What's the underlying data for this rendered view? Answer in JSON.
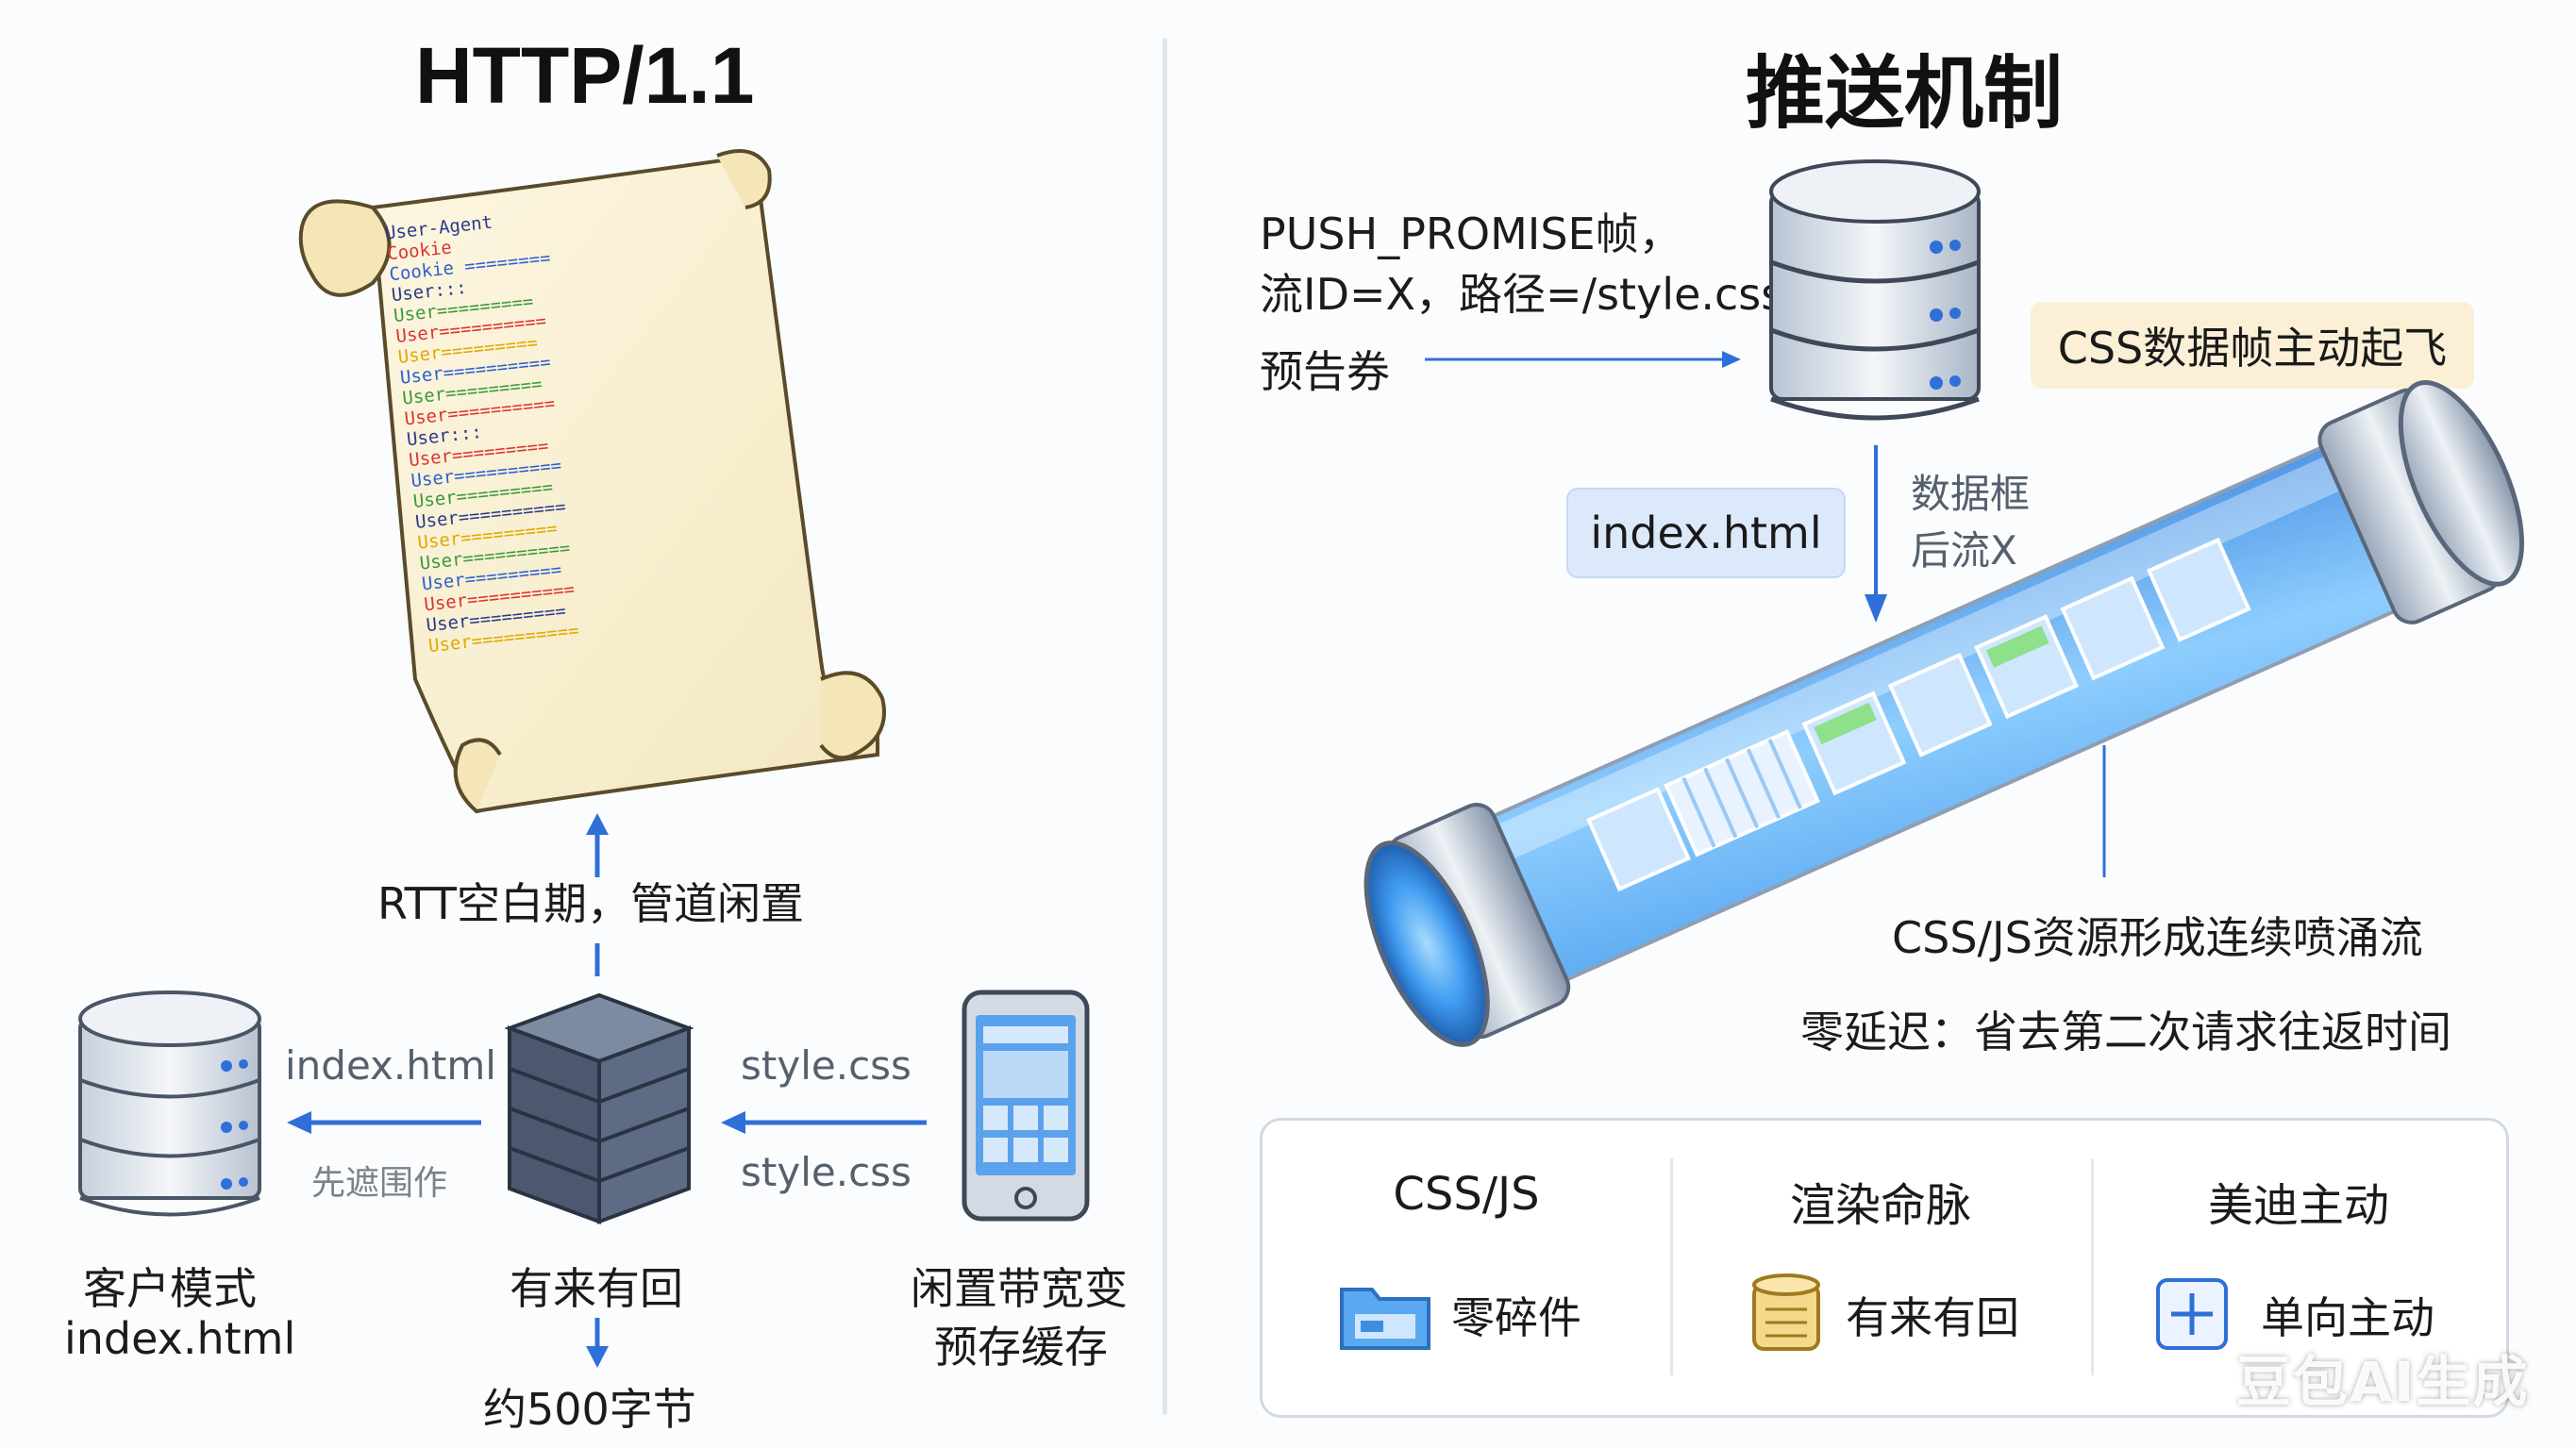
{
  "left": {
    "title": "HTTP/1.1",
    "scroll_lines": [
      "User-Agent",
      "Cookie",
      "Cookie ========",
      "User:::",
      "User=========",
      "User=========="
    ],
    "rtt_label": "RTT空白期，管道闲置",
    "flow_label_1": "index.html",
    "flow_label_2": "先遮围作",
    "flow_label_3": "style.css",
    "flow_label_4": "style.css",
    "db_label_line1": "客户模式",
    "db_label_line2": "index.html",
    "server_label": "有来有回",
    "bytes_label": "约500字节",
    "phone_label_line1": "闲置带宽变",
    "phone_label_line2": "预存缓存"
  },
  "right": {
    "title": "推送机制",
    "push_line1": "PUSH_PROMISE帧，",
    "push_line2": "流ID=X，路径=/style.css",
    "push_line3": "预告券",
    "css_badge": "CSS数据帧主动起飞",
    "index_badge": "index.html",
    "data_label_line1": "数据框",
    "data_label_line2": "后流X",
    "stream_label": "CSS/JS资源形成连续喷涌流",
    "latency_label": "零延迟：省去第二次请求往返时间",
    "card": {
      "col1_head": "CSS/JS",
      "col1_item": "零碎件",
      "col2_head": "渲染命脉",
      "col2_item": "有来有回",
      "col3_head": "美迪主动",
      "col3_item": "单向主动"
    }
  },
  "watermark": "豆包AI生成",
  "colors": {
    "arrow_blue": "#2f6fd8",
    "tube_blue": "#3fa4f5",
    "badge_blue": "#dce9fa",
    "badge_yellow": "#fbf0d6"
  }
}
